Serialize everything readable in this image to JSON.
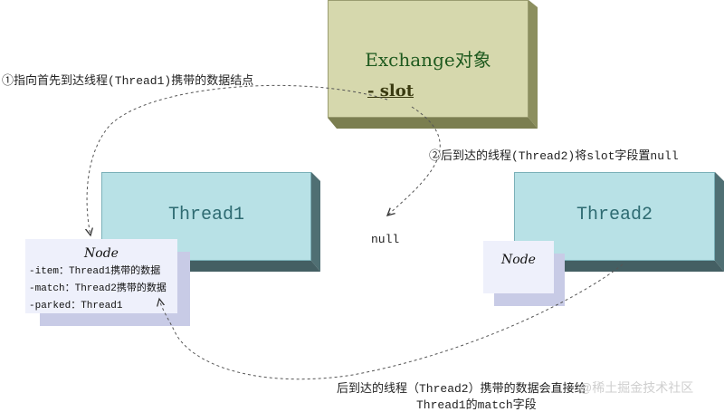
{
  "exchange": {
    "title": "Exchange对象",
    "slot": "- slot"
  },
  "thread1": {
    "label": "Thread1"
  },
  "thread2": {
    "label": "Thread2"
  },
  "node1": {
    "title": "Node",
    "fields": [
      "-item：Thread1携带的数据",
      "-match：Thread2携带的数据",
      "-parked：Thread1"
    ]
  },
  "node2": {
    "title": "Node"
  },
  "annotations": {
    "step1": "①指向首先到达线程(Thread1)携带的数据结点",
    "step2": "②后到达的线程(Thread2)将slot字段置null",
    "null_label": "null",
    "step3_line1": "后到达的线程（Thread2）携带的数据会直接给",
    "step3_line2": "Thread1的match字段"
  },
  "watermark": "@稀土掘金技术社区",
  "colors": {
    "exchange_face": "#d6d8ad",
    "exchange_side": "#8c8f5f",
    "thread_face": "#b8e1e6",
    "thread_side": "#4f6f73",
    "node_card": "#eef0fb",
    "node_shadow": "#c8cbe6"
  }
}
